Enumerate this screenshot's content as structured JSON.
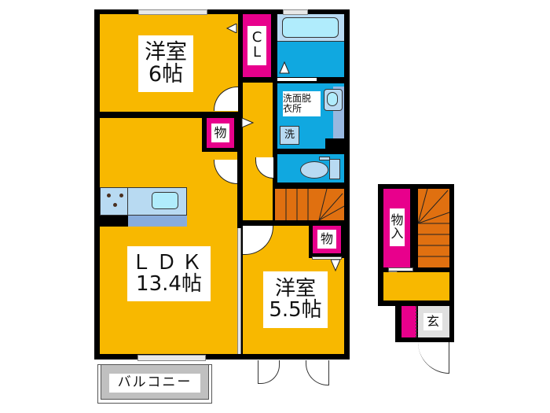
{
  "floor_plan": {
    "rooms": {
      "western_room_1": {
        "name": "洋室",
        "size": "6帖"
      },
      "ldk": {
        "name": "ＬＤＫ",
        "size": "13.4帖"
      },
      "western_room_2": {
        "name": "洋室",
        "size": "5.5帖"
      },
      "closet": {
        "line1": "C",
        "line2": "L"
      },
      "storage_1": {
        "label": "物"
      },
      "storage_2": {
        "label": "物"
      },
      "storage_entry": {
        "line1": "物",
        "line2": "入"
      },
      "washroom": {
        "line1": "洗面脱",
        "line2": "衣所"
      },
      "washer": {
        "label": "洗"
      },
      "balcony": {
        "label": "バルコニー"
      },
      "entrance": {
        "label": "玄"
      }
    },
    "colors": {
      "room_floor": "#f8b800",
      "storage": "#e8008c",
      "wet_area": "#10a8e0",
      "stairs": "#e07010",
      "wall": "#000000",
      "balcony": "#c0c0c0",
      "fixture": "#b8daf2"
    }
  }
}
